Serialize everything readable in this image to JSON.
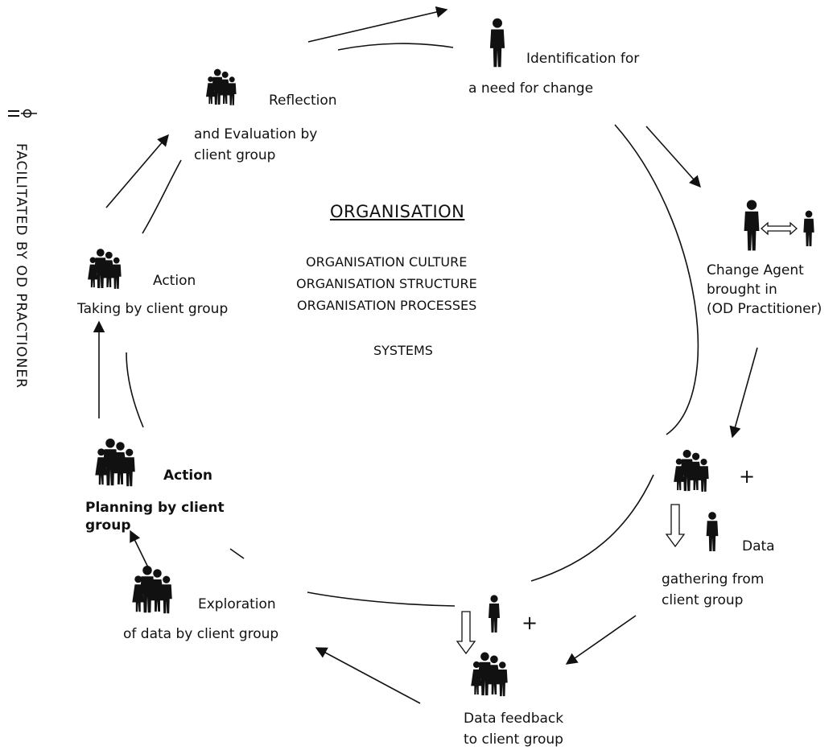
{
  "center": {
    "title": "ORGANISATION",
    "culture": "ORGANISATION CULTURE",
    "structure": "ORGANISATION STRUCTURE",
    "processes": "ORGANISATION PROCESSES",
    "systems": "SYSTEMS"
  },
  "side_label": "FACILITATED BY OD PRACTIONER",
  "plus_sign": "+",
  "steps": {
    "identification": {
      "line1": "Identification for",
      "line2": "a need for change",
      "icon": "single-person-icon"
    },
    "change_agent": {
      "line1": "Change Agent",
      "line2": "brought in",
      "line3": "(OD Practitioner)",
      "icon": "person-exchange-icon"
    },
    "data_gathering": {
      "line1": "Data",
      "line2": "gathering from",
      "line3": "client group",
      "icon": "group-plus-person-icon"
    },
    "data_feedback": {
      "line1": "Data feedback",
      "line2": "to client group",
      "icon": "person-plus-group-icon"
    },
    "exploration": {
      "line1": "Exploration",
      "line2": "of data by client group",
      "icon": "group-icon"
    },
    "action_planning": {
      "line1": "Action",
      "line2": "Planning by client",
      "line3": "group",
      "icon": "group-icon"
    },
    "action_taking": {
      "line1": "Action",
      "line2": "Taking by client group",
      "icon": "group-icon"
    },
    "reflection": {
      "line1": "Reflection",
      "line2": "and Evaluation by",
      "line3": "client group",
      "icon": "group-icon"
    }
  }
}
